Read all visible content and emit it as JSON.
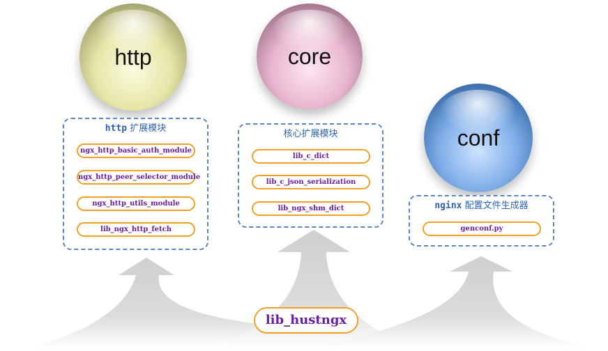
{
  "spheres": {
    "http": "http",
    "core": "core",
    "conf": "conf"
  },
  "groups": {
    "http": {
      "title_keyword": "http",
      "title_text": " 扩展模块",
      "modules": [
        "ngx_http_basic_auth_module",
        "ngx_http_peer_selector_module",
        "ngx_http_utils_module",
        "lib_ngx_http_fetch"
      ]
    },
    "core": {
      "title_keyword": "",
      "title_text": "核心扩展模块",
      "modules": [
        "lib_c_dict",
        "lib_c_json_serialization",
        "lib_ngx_shm_dict"
      ]
    },
    "conf": {
      "title_keyword": "nginx",
      "title_text": " 配置文件生成器",
      "modules": [
        "genconf.py"
      ]
    }
  },
  "base": {
    "label": "lib_hustngx"
  },
  "colors": {
    "module_border": "#f0a025",
    "module_text": "#6a1fa0",
    "group_border": "#5b86c5",
    "title_text": "#2f63b0",
    "arrow": "#d4d4d4"
  }
}
